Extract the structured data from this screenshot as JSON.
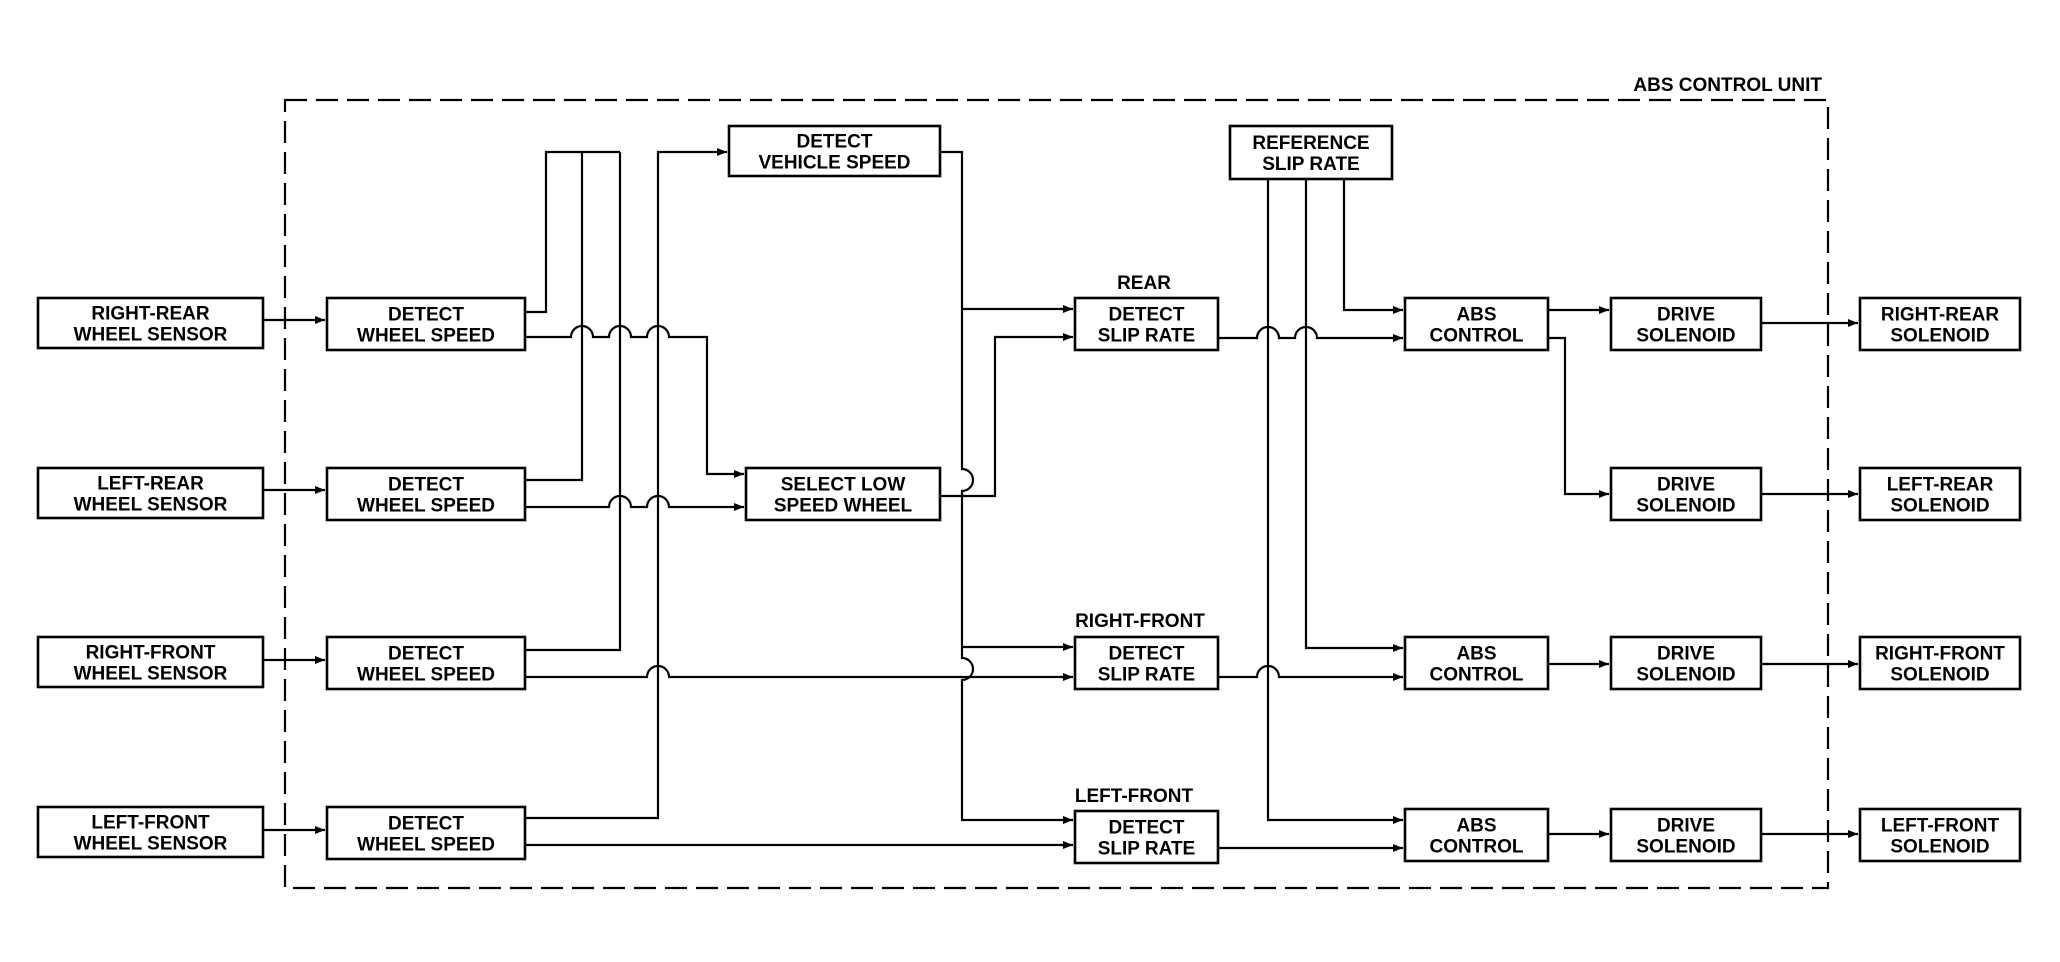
{
  "labels": {
    "control_unit": "ABS CONTROL UNIT",
    "rear": "REAR",
    "right_front": "RIGHT-FRONT",
    "left_front": "LEFT-FRONT"
  },
  "sensors": {
    "right_rear": [
      "RIGHT-REAR",
      "WHEEL SENSOR"
    ],
    "left_rear": [
      "LEFT-REAR",
      "WHEEL SENSOR"
    ],
    "right_front": [
      "RIGHT-FRONT",
      "WHEEL SENSOR"
    ],
    "left_front": [
      "LEFT-FRONT",
      "WHEEL SENSOR"
    ]
  },
  "detect_wheel_speed": [
    "DETECT",
    "WHEEL SPEED"
  ],
  "detect_vehicle_speed": [
    "DETECT",
    "VEHICLE SPEED"
  ],
  "select_low_speed_wheel": [
    "SELECT LOW",
    "SPEED WHEEL"
  ],
  "reference_slip_rate": [
    "REFERENCE",
    "SLIP RATE"
  ],
  "detect_slip_rate": [
    "DETECT",
    "SLIP RATE"
  ],
  "abs_control": [
    "ABS",
    "CONTROL"
  ],
  "drive_solenoid": [
    "DRIVE",
    "SOLENOID"
  ],
  "solenoids": {
    "right_rear": [
      "RIGHT-REAR",
      "SOLENOID"
    ],
    "left_rear": [
      "LEFT-REAR",
      "SOLENOID"
    ],
    "right_front": [
      "RIGHT-FRONT",
      "SOLENOID"
    ],
    "left_front": [
      "LEFT-FRONT",
      "SOLENOID"
    ]
  }
}
